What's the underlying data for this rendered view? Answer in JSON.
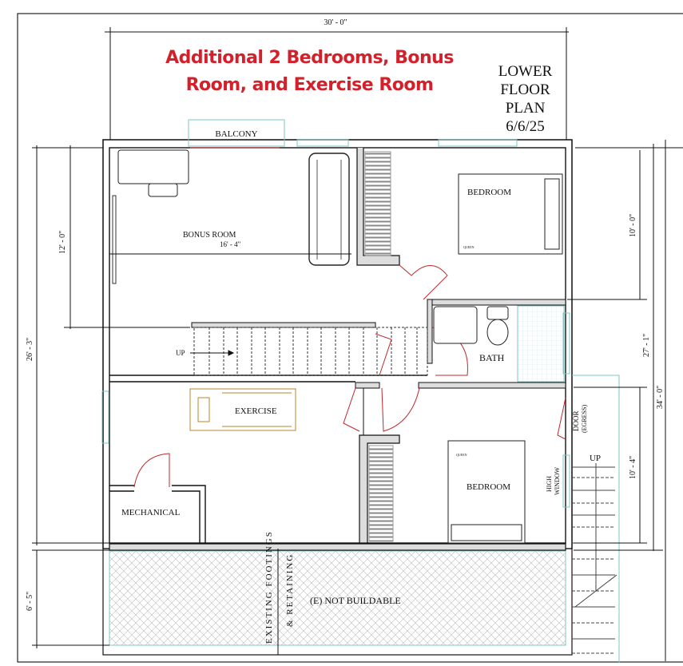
{
  "title": {
    "line1": "Additional 2 Bedrooms, Bonus",
    "line2": "Room, and Exercise Room"
  },
  "plan_label": {
    "line1": "LOWER",
    "line2": "FLOOR",
    "line3": "PLAN",
    "date": "6/6/25"
  },
  "rooms": {
    "balcony": "BALCONY",
    "bonus_room": "BONUS ROOM",
    "bedroom_upper": "BEDROOM",
    "bedroom_lower": "BEDROOM",
    "bath": "BATH",
    "exercise": "EXERCISE",
    "mechanical": "MECHANICAL",
    "not_buildable": "(E) NOT BUILDABLE"
  },
  "annotations": {
    "stair_up_interior": "UP",
    "stair_up_exterior": "UP",
    "door_egress_1": "DOOR",
    "door_egress_2": "(EGRESS)",
    "high_window_1": "HIGH",
    "high_window_2": "WINDOW",
    "footings_1": "EXISTING FOOTINGS",
    "footings_2": "& RETAINING",
    "bed_size_upper": "QUEEN",
    "bed_size_lower": "QUEEN"
  },
  "dimensions": {
    "overall_width": "30' - 0\"",
    "bonus_width": "16' - 4\"",
    "left_overall": "26' - 3\"",
    "bonus_depth": "12' - 0\"",
    "not_buildable_depth": "6' - 5\"",
    "bedroom_upper_depth": "10' - 0\"",
    "right_inner": "27' - 1\"",
    "right_overall": "34' - 0\"",
    "bedroom_lower_depth": "10' - 4\""
  },
  "colors": {
    "title": "#d4202a",
    "door_swing": "#c0282d",
    "glass": "#7fc4c4",
    "treadmill": "#b8862b"
  }
}
